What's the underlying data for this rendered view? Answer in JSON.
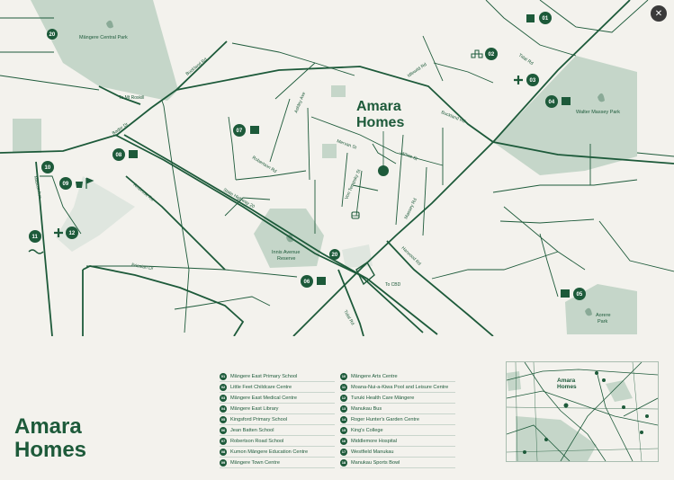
{
  "brand": {
    "line1": "Amara",
    "line2": "Homes"
  },
  "map": {
    "development_label_line1": "Amara",
    "development_label_line2": "Homes",
    "parks": {
      "mangere_central": "Māngere Central Park",
      "walter_massey_line1": "Walter Massey Park",
      "innis_line1": "Innis Avenue",
      "innis_line2": "Reserve",
      "aorere_line1": "Aorere",
      "aorere_line2": "Park"
    },
    "roads": {
      "buckland_rd_top": "Buckland Rd",
      "buckland_rd_right": "Buckland Rd",
      "bader_dr": "Bader Dr",
      "robertson_rd": "Robertson Rd",
      "state_highway": "State Highway 20",
      "ashley_ave": "Ashley Ave",
      "mervan_st": "Mervan St",
      "von_tempsky": "Von Tempsky St",
      "james_st": "James St",
      "massey_rd": "Massey Rd",
      "idlewild_rd": "Idlewild Rd",
      "tidal_rd_top": "Tidal Rd",
      "tidal_rd_bottom": "Tidal Rd",
      "harwood_rd": "Harwood Rd",
      "friesian_dr": "Friesian Dr",
      "ambrose_rd": "Ambrose Rd",
      "mascot_ave": "Mascot Ave"
    },
    "directions": {
      "mt_roskill": "To Mt Roskill",
      "cbd": "To CBD"
    },
    "highway_shield": "20",
    "markers": [
      "01",
      "02",
      "03",
      "04",
      "05",
      "06",
      "07",
      "08",
      "09",
      "10",
      "11",
      "12"
    ]
  },
  "legend": {
    "column1": [
      {
        "num": "01",
        "label": "Māngere East Primary School"
      },
      {
        "num": "02",
        "label": "Little Feet Childcare Centre"
      },
      {
        "num": "03",
        "label": "Māngere East Medical Centre"
      },
      {
        "num": "04",
        "label": "Māngere East Library"
      },
      {
        "num": "05",
        "label": "Kingsford Primary School"
      },
      {
        "num": "06",
        "label": "Jean Batten School"
      },
      {
        "num": "07",
        "label": "Robertson Road School"
      },
      {
        "num": "08",
        "label": "Kumon Māngere Education Centre"
      },
      {
        "num": "09",
        "label": "Māngere Town Centre"
      }
    ],
    "column2": [
      {
        "num": "10",
        "label": "Māngere Arts Centre"
      },
      {
        "num": "11",
        "label": "Moana-Nui-a-Kiwa Pool and Leisure Centre"
      },
      {
        "num": "12",
        "label": "Turuki Health Care Māngere"
      },
      {
        "num": "13",
        "label": "Manukau Bus"
      },
      {
        "num": "14",
        "label": "Roger Hunter's Garden Centre"
      },
      {
        "num": "15",
        "label": "King's College"
      },
      {
        "num": "16",
        "label": "Middlemore Hospital"
      },
      {
        "num": "17",
        "label": "Westfield Manukau"
      },
      {
        "num": "18",
        "label": "Manukau Sports Bowl"
      }
    ]
  },
  "inset": {
    "label_line1": "Amara",
    "label_line2": "Homes"
  },
  "colors": {
    "primary": "#1d5a3a",
    "park": "#c5d6c9",
    "background": "#f3f2ed",
    "road": "#1d5a3a"
  },
  "icons": [
    "book-icon",
    "school-blocks-icon",
    "medical-cross-icon",
    "flag-icon",
    "shopping-bag-icon",
    "swimmer-icon",
    "bus-icon",
    "leaf-icon",
    "close-icon"
  ]
}
